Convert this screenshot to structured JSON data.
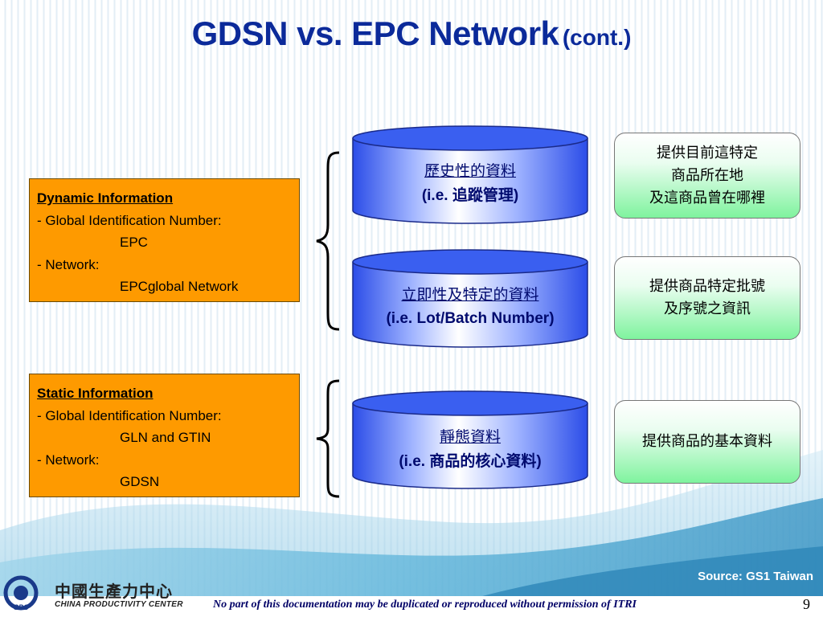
{
  "title": {
    "main": "GDSN vs. EPC Network",
    "cont": "(cont.)"
  },
  "dynamic_box": {
    "header": "Dynamic Information",
    "line1": "- Global Identification Number:",
    "line1_value": "EPC",
    "line2": "- Network:",
    "line2_value": "EPCglobal Network"
  },
  "static_box": {
    "header": "Static Information",
    "line1": "- Global Identification Number:",
    "line1_value": "GLN and GTIN",
    "line2": "- Network:",
    "line2_value": "GDSN"
  },
  "cylinders": [
    {
      "title": "歷史性的資料",
      "ie_prefix": "(i.e. ",
      "ie_text": "追蹤管理",
      "ie_suffix": ")"
    },
    {
      "title": "立即性及特定的資料",
      "ie_prefix": "(i.e. ",
      "ie_text": "Lot/Batch Number",
      "ie_suffix": ")"
    },
    {
      "title": "靜態資料",
      "ie_prefix": "(i.e. ",
      "ie_text": "商品的核心資料",
      "ie_suffix": ")"
    }
  ],
  "green_boxes": [
    {
      "lines": [
        "提供目前這特定",
        "商品所在地",
        "及這商品曾在哪裡"
      ]
    },
    {
      "lines": [
        "提供商品特定批號",
        "及序號之資訊"
      ]
    },
    {
      "lines": [
        "提供商品的基本資料"
      ]
    }
  ],
  "source": "Source: GS1 Taiwan",
  "footer": {
    "notice": "No part of this documentation may be duplicated or reproduced without permission of ITRI",
    "page_number": "9"
  },
  "logo": {
    "zh": "中國生產力中心",
    "en": "CHINA PRODUCTIVITY CENTER",
    "mark": "CPC"
  },
  "colors": {
    "title": "#0b2a9a",
    "orange_box": "#fe9a00",
    "cylinder_blue": "#3a5ff0",
    "green_box": "#7ff39e"
  }
}
